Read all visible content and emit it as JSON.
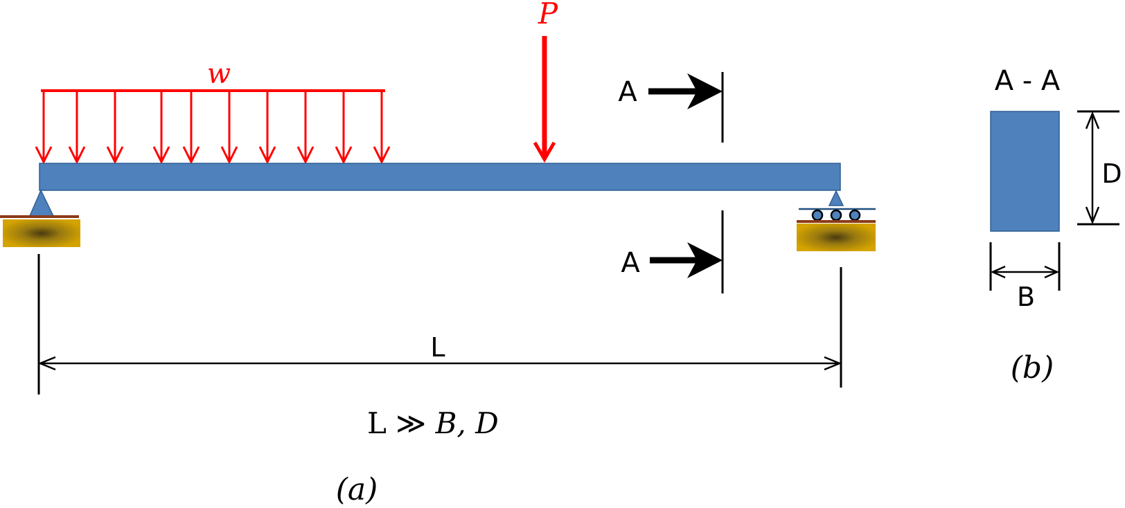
{
  "loads": {
    "distributed_label": "w",
    "point_label": "P"
  },
  "section": {
    "cut_label_top": "A",
    "cut_label_bottom": "A",
    "view_title": "A - A",
    "depth_label": "D",
    "width_label": "B"
  },
  "dimensions": {
    "length_label": "L",
    "condition_prefix": "L ≫ ",
    "condition_vars": "B,  D"
  },
  "captions": {
    "a": "(a)",
    "b": "(b)"
  },
  "colors": {
    "beam": "#4f81bd",
    "load": "#ff0000",
    "support_block": "#c89a00",
    "support_plate": "#8b3a1a"
  }
}
